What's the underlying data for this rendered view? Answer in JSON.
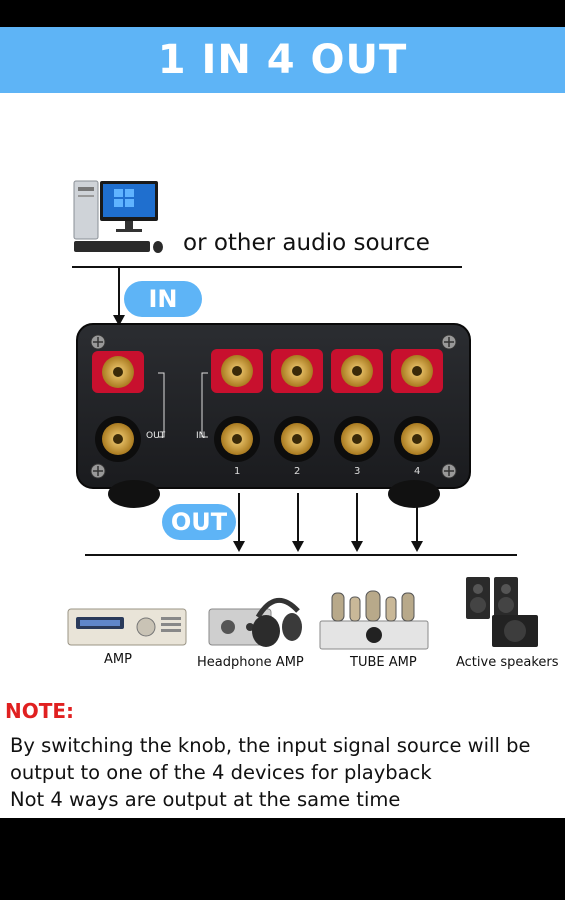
{
  "banner": {
    "title": "1 IN 4 OUT"
  },
  "source": {
    "label": "or other audio source"
  },
  "badges": {
    "in": "IN",
    "out": "OUT"
  },
  "device_box": {
    "out_label": "OUT",
    "in_label": "IN",
    "port_numbers": [
      "1",
      "2",
      "3",
      "4"
    ]
  },
  "devices": [
    {
      "label": "AMP"
    },
    {
      "label": "Headphone AMP"
    },
    {
      "label": "TUBE AMP"
    },
    {
      "label": "Active speakers"
    }
  ],
  "note": {
    "title": "NOTE:",
    "lines": [
      "By switching the knob, the input signal source will be",
      "output to one of the 4 devices for playback",
      "Not 4 ways are output at the same time"
    ]
  },
  "colors": {
    "banner": "#5eb4f6",
    "note_title": "#e02020",
    "rca_red": "#c8102e",
    "gold": "#d4a437"
  }
}
